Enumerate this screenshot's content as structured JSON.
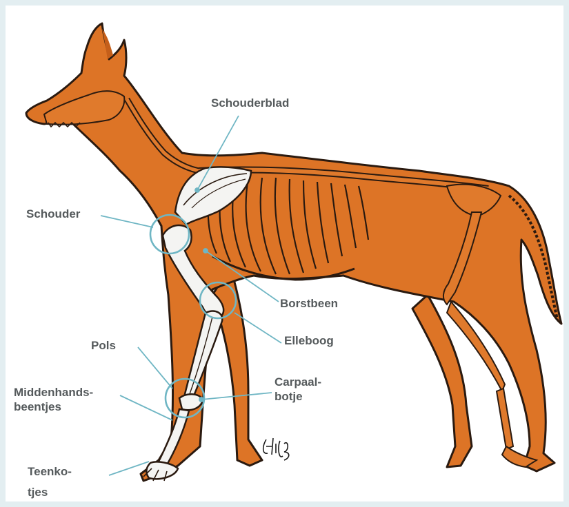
{
  "colors": {
    "background": "#e3eef1",
    "panel": "#ffffff",
    "fur": "#dd7426",
    "bone": "#f4f4f2",
    "outline": "#2a1a10",
    "leader": "#6fb6c4",
    "label_text": "#555a5c"
  },
  "labels": {
    "schouderblad": "Schouderblad",
    "schouder": "Schouder",
    "borstbeen": "Borstbeen",
    "elleboog": "Elleboog",
    "pols": "Pols",
    "carpaal": {
      "line1": "Carpaal-",
      "line2": "botje"
    },
    "middenhands": {
      "line1": "Middenhands-",
      "line2": "beentjes"
    },
    "teenkotjes": {
      "line1": "Teenko-",
      "line2": "tjes"
    }
  },
  "signature": "EliseB"
}
